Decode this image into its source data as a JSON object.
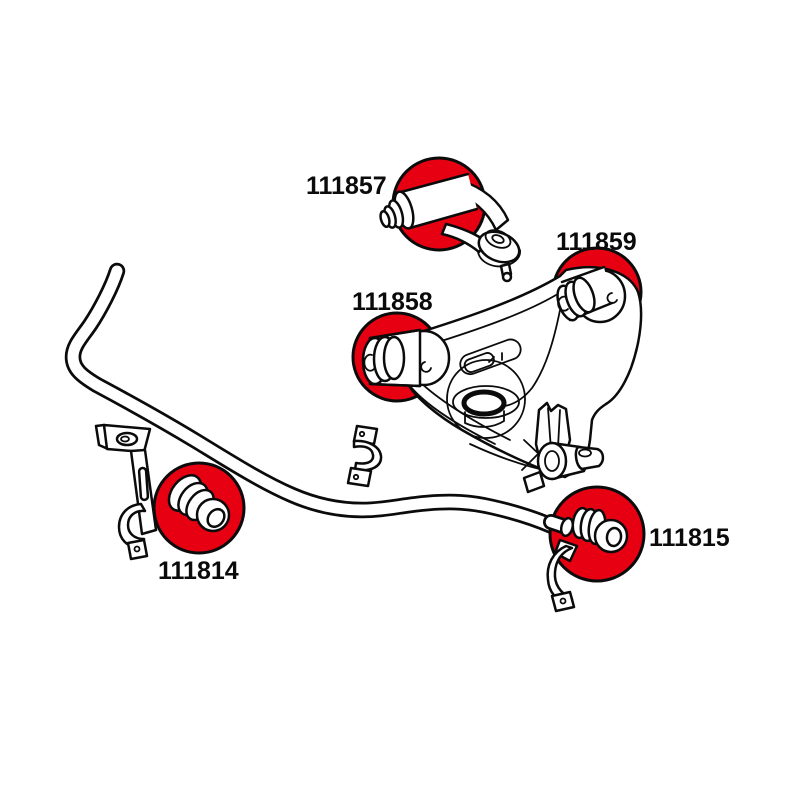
{
  "diagram": {
    "title": "suspension-bushing-parts-diagram",
    "background_color": "#ffffff",
    "line_color": "#0b0b0b",
    "highlight_color": "#e60012",
    "parts": [
      {
        "label": "111857",
        "component": "upper-control-arm-bushing-highlight"
      },
      {
        "label": "111858",
        "component": "lower-control-arm-front-bushing-highlight"
      },
      {
        "label": "111859",
        "component": "lower-control-arm-rear-bushing-highlight"
      },
      {
        "label": "111814",
        "component": "sway-bar-end-link-bushing-highlight"
      },
      {
        "label": "111815",
        "component": "sway-bar-end-link-bushing-highlight"
      }
    ]
  }
}
